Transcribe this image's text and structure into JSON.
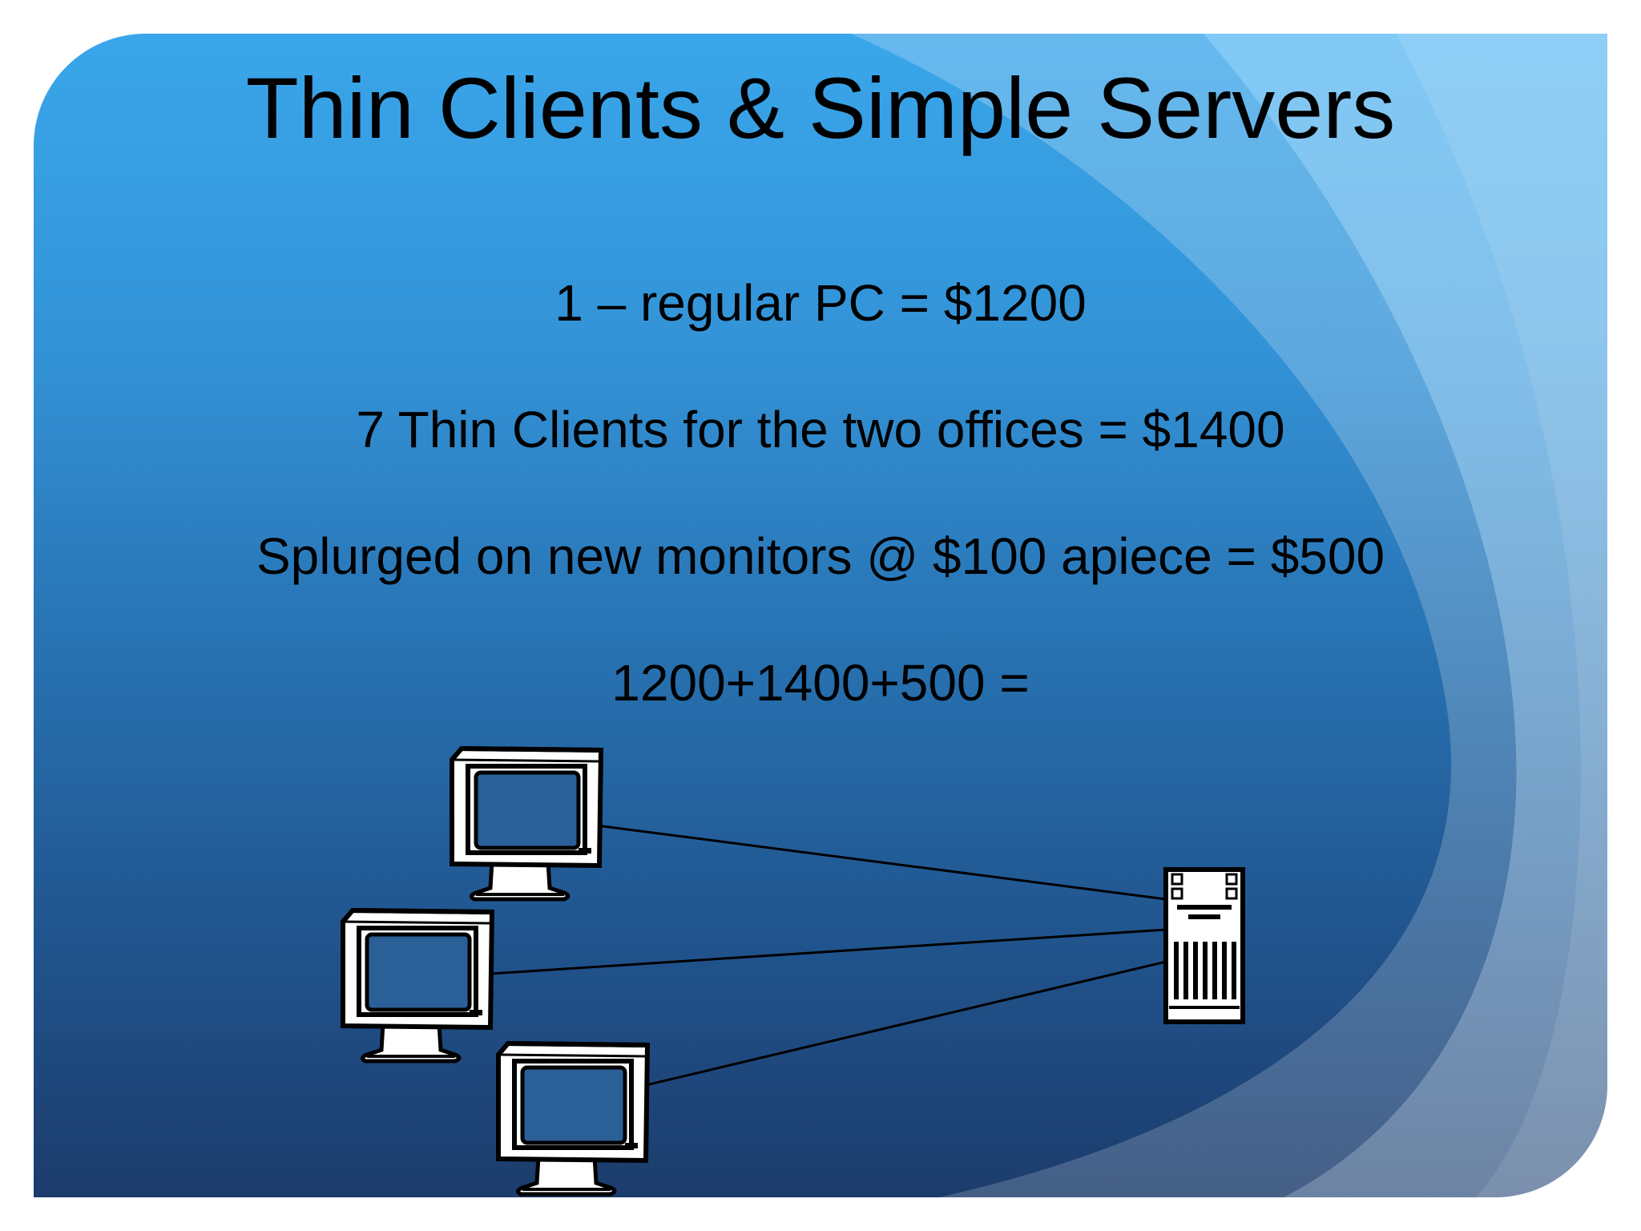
{
  "slide": {
    "title": "Thin Clients & Simple Servers",
    "lines": [
      "1 – regular PC = $1200",
      "7 Thin Clients for the two offices = $1400",
      "Splurged on new monitors @ $100 apiece = $500",
      "1200+1400+500 ="
    ]
  },
  "diagram": {
    "client_icon": "crt-monitor-icon",
    "server_icon": "server-tower-icon",
    "client_count": 3,
    "server_count": 1
  },
  "colors": {
    "background_top": "#3aa6ea",
    "background_bottom": "#1c3c6c",
    "text": "#000000"
  }
}
